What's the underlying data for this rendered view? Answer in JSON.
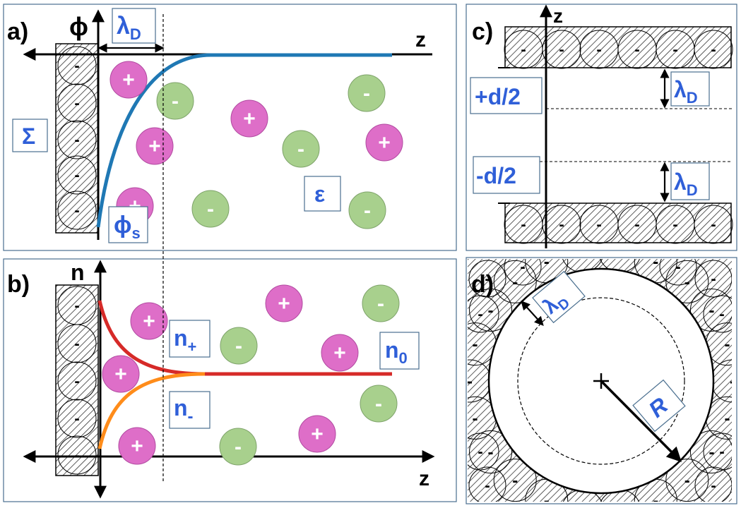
{
  "colors": {
    "panel_border": "#4a6f8f",
    "label_blue": "#2f5fd8",
    "pos_fill": "#de6ec8",
    "pos_stroke": "#b14aa0",
    "neg_fill": "#a8d08d",
    "neg_stroke": "#7ea36a",
    "potential_curve": "#1f78b4",
    "n_plus_curve": "#d62a28",
    "n_minus_curve": "#ff8c1a",
    "axis": "#000000",
    "hatch": "#333333"
  },
  "signs": {
    "plus": "+",
    "minus": "-"
  },
  "panel_a": {
    "tag": "a)",
    "y_axis_symbol": "ϕ",
    "x_axis_symbol": "z",
    "debye_length": {
      "base": "λ",
      "sub": "D"
    },
    "surface_charge": "Σ",
    "surface_potential": {
      "base": "ϕ",
      "sub": "s"
    },
    "permittivity": "ε"
  },
  "panel_b": {
    "tag": "b)",
    "y_axis_symbol": "n",
    "x_axis_symbol": "z",
    "n_plus": {
      "base": "n",
      "sub": "+"
    },
    "n_minus": {
      "base": "n",
      "sub": "-"
    },
    "n_zero": {
      "base": "n",
      "sub": "0"
    }
  },
  "panel_c": {
    "tag": "c)",
    "axis_symbol": "z",
    "plus_half_d": "+d/2",
    "minus_half_d": "-d/2",
    "debye_length": {
      "base": "λ",
      "sub": "D"
    }
  },
  "panel_d": {
    "tag": "d)",
    "debye_length": {
      "base": "λ",
      "sub": "D"
    },
    "radius": "R"
  }
}
